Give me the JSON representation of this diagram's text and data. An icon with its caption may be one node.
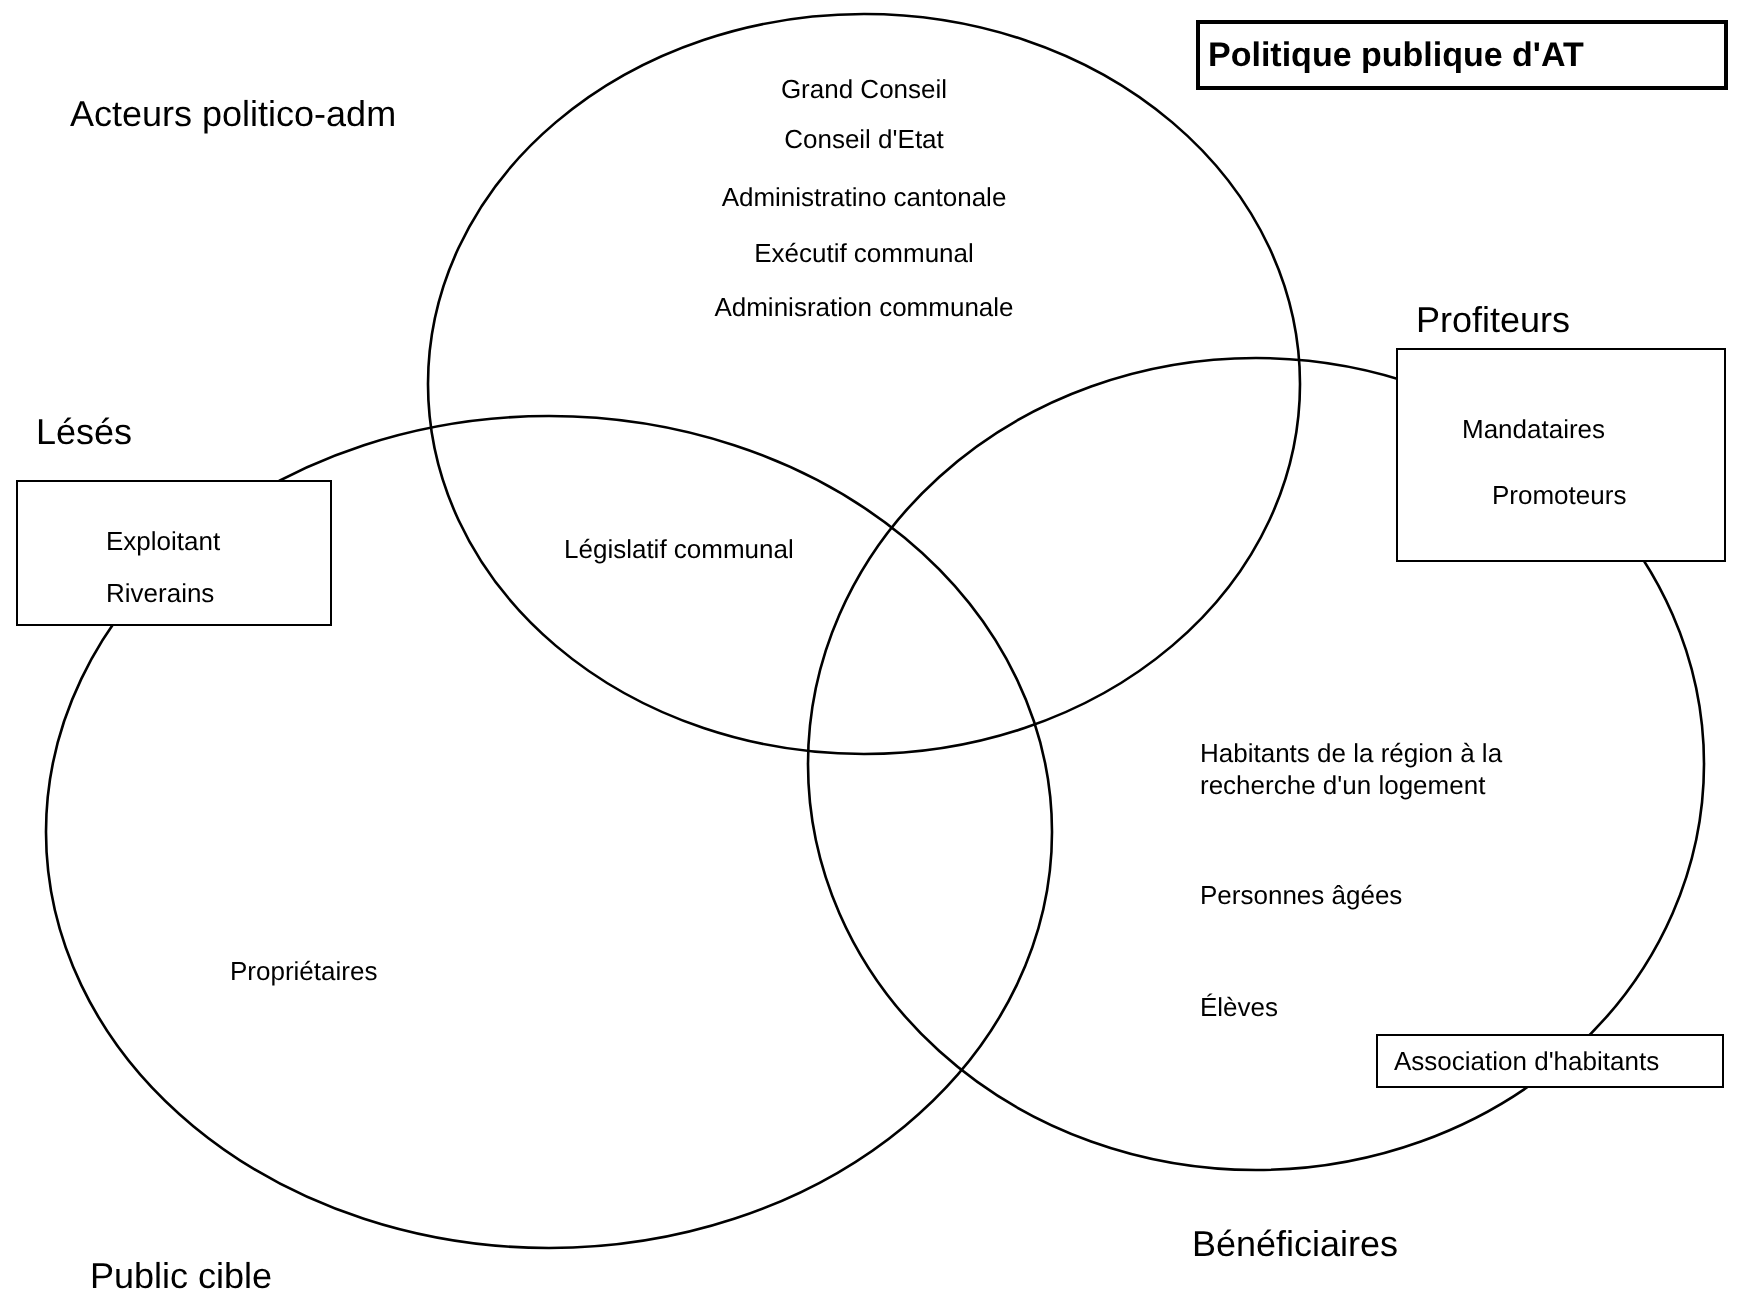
{
  "diagram": {
    "title": "Politique publique d'AT",
    "nodes": [
      {
        "text": [
          "Acteurs politico-adm",
          "Grand Conseil",
          "Conseil d'Etat",
          "Administratino cantonale",
          "Exécutif communal",
          "Adminisration communale"
        ]
      },
      {
        "text": [
          "Propriétaires",
          "Public cible"
        ]
      },
      {
        "text": [
          "Habitants de la région à la recherche d'un logement",
          "Personnes âgées",
          "Élèves",
          "Bénéficiaires"
        ]
      },
      {
        "text": [
          "Lésés",
          "Exploitant",
          "Riverains"
        ]
      },
      {
        "text": [
          "Profiteurs",
          "Mandataires",
          "Promoteurs"
        ]
      },
      {
        "text": [
          "Association d'habitants"
        ]
      }
    ],
    "edges": [],
    "labels": [
      "Législatif communal"
    ]
  }
}
